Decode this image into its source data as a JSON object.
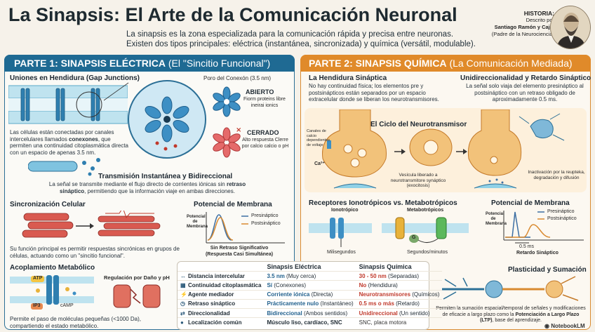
{
  "header": {
    "title": "La Sinapsis: El Arte de la Comunicación Neuronal",
    "subtitle_line1": "La sinapsis es la zona especializada para la comunicación rápida y precisa entre neuronas.",
    "subtitle_line2": "Existen dos tipos principales: eléctrica (instantánea, sincronizada) y química (versátil, modulable)."
  },
  "history": {
    "label": "HISTORIA:",
    "line1": "Descrito por",
    "name": "Santiago Ramón y Cajal",
    "line3": "(Padre de la Neurociencia)"
  },
  "part1": {
    "header_bold": "PARTE 1: SINAPSIS ELÉCTRICA",
    "header_rest": "(El \"Sincitio Funcional\")",
    "gap_title": "Uniones en Hendidura (Gap Junctions)",
    "connexon_pore": "Poro del Conexón (3.5 nm)",
    "open_label": "ABIERTO",
    "open_desc": "Fiorm proteins libre ineirai ionics",
    "closed_label": "CERRADO",
    "closed_desc": "Alto respuesta Clerre por calcio calcio o pH",
    "gap_desc_pre": "Las células están conectadas por canales intercelulares llamados ",
    "gap_desc_bold": "conexones",
    "gap_desc_post": ", que permiten una continuidad citoplasmática directa con un espacio de apenas 3.5 nm.",
    "trans_title": "Transmisión Instantánea y Bidireccional",
    "trans_desc_pre": "La señal se transmite mediante el flujo directo de corrientes iónicas sin ",
    "trans_desc_bold": "retraso sináptico",
    "trans_desc_post": ", permitiendo que la información viaje en ambas direcciones.",
    "sync_title": "Sincronización Celular",
    "sync_desc": "Su función principal es permitir respuestas sincrónicas en grupos de células, actuando como un \"sincitio funcional\".",
    "potential_title": "Potencial de Membrana",
    "potential_ylabel": "Potencial de Membrana",
    "pre_label": "Presináptico",
    "post_label": "Postsináptico",
    "no_delay_line1": "Sin Retraso Significativo",
    "no_delay_line2": "(Respuesta Casi Simultánea)",
    "metab_title": "Acoplamiento Metabólico",
    "atp": "ATP",
    "camp": "cAMP",
    "ip3": "IP3",
    "regulation": "Regulación por Daño y pH",
    "metab_desc": "Permite el paso de moléculas pequeñas (<1000 Da), compartiendo el estado metabólico."
  },
  "part2": {
    "header_bold": "PARTE 2: SINAPSIS QUÍMICA",
    "header_rest": "(La Comunicación Mediada)",
    "cleft_title": "La Hendidura Sináptica",
    "cleft_desc": "No hay continuidad física; los elementos pre y postsinápticos están separados por un espacio extracelular donde se liberan los neurotransmisores.",
    "uni_title": "Unidireccionalidad y Retardo Sináptico",
    "uni_desc": "La señal solo viaja del elemento presináptico al postsináptico con un retraso obligado de aproximadamente 0.5 ms.",
    "cycle_title": "El Ciclo del Neurotransmisor",
    "calcium_channels": "Canales de calcio dependientes de voltaje",
    "ca": "Ca²⁺",
    "vesicle": "Vesícula liberado a neurotransmitore synáptico (exocitosis)",
    "inactivation": "Inactivación por la reupteka, degradación y difusión",
    "receptors_title": "Receptores Ionotrópicos vs. Metabotrópicos",
    "ionotropic": "Ionotrópico",
    "metabotropic": "Metabotrópicos",
    "milliseconds": "Milisegundos",
    "seconds": "Segundos/minutos",
    "g_label": "G",
    "potential_title": "Potencial de Membrana",
    "potential_ylabel": "Potencial de Membrana",
    "pre_label": "Presináptico",
    "post_label": "Postsináptico",
    "delay_value": "0.5 ms",
    "delay_label": "Retardo Sináptico",
    "plasticity_title": "Plasticidad y Sumación",
    "plasticity_desc_pre": "Permiten la sumación espacial/temporal de señales y modificaciones de eficacie a largo plazo como la ",
    "plasticity_desc_bold": "Potenciación a Largo Plazo (LTP)",
    "plasticity_desc_post": ", base del aprendizaje."
  },
  "comparison": {
    "col_electrical": "Sinapsis Eléctrica",
    "col_chemical": "Sinapsis Química",
    "rows": [
      {
        "icon": "↔",
        "label": "Distancia intercelular",
        "e_bold": "3.5 nm",
        "e_rest": "(Muy cerca)",
        "q_bold": "30 - 50 nm",
        "q_rest": "(Separadas)"
      },
      {
        "icon": "▦",
        "label": "Continuidad citoplasmática",
        "e_bold": "Sí",
        "e_rest": "(Conexones)",
        "q_bold": "No",
        "q_rest": "(Hendidura)"
      },
      {
        "icon": "⚡",
        "label": "Agente mediador",
        "e_bold": "Corriente iónica",
        "e_rest": "(Directa)",
        "q_bold": "Neurotransmisores",
        "q_rest": "(Químicos)"
      },
      {
        "icon": "◷",
        "label": "Retraso sináptico",
        "e_bold": "Prácticamente nulo",
        "e_rest": "(Instantáneo)",
        "q_bold": "0.5 ms o más",
        "q_rest": "(Retardo)"
      },
      {
        "icon": "⇄",
        "label": "Direccionalidad",
        "e_bold": "Bidireccional",
        "e_rest": "(Ambos sentidos)",
        "q_bold": "Unidireccional",
        "q_rest": "(Un sentido)"
      },
      {
        "icon": "●",
        "label": "Localización común",
        "e_bold": "Músculo liso, cardíaco, SNC",
        "e_rest": "",
        "q_bold": "SNC, placa motora",
        "q_rest": ""
      }
    ]
  },
  "brand": "NotebookLM",
  "colors": {
    "electric": "#1f6a93",
    "chemical": "#e08a2a",
    "accent_red": "#c0392b"
  }
}
